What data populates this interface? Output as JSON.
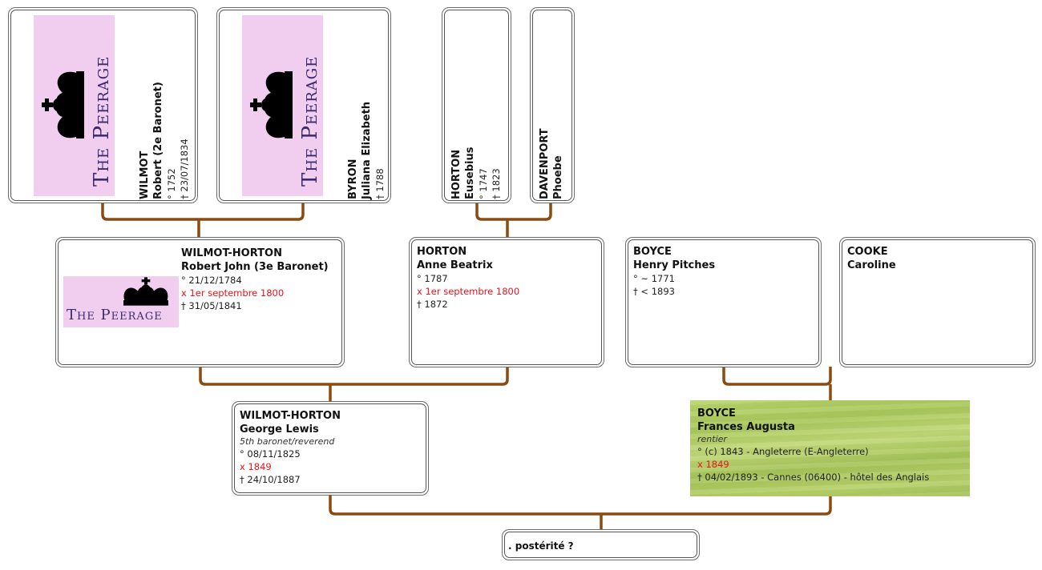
{
  "tree": {
    "connector_color": "#8a4a10",
    "peerage_logo": {
      "text": "The Peerage",
      "bg": "#f1cdf0",
      "text_color": "#3b2a6e"
    },
    "great_grandparents": [
      {
        "surname": "WILMOT",
        "given": "Robert (2e Baronet)",
        "birth": "° 1752",
        "death": "† 23/07/1834",
        "has_logo": true
      },
      {
        "surname": "BYRON",
        "given": "Juliana Elizabeth",
        "death": "† 1788",
        "has_logo": true
      },
      {
        "surname": "HORTON",
        "given": "Eusebius",
        "birth": "° 1747",
        "death": "† 1823",
        "has_logo": false
      },
      {
        "surname": "DAVENPORT",
        "given": "Phoebe",
        "has_logo": false
      }
    ],
    "grandparents": [
      {
        "surname": "WILMOT-HORTON",
        "given": "Robert John (3e Baronet)",
        "birth": "° 21/12/1784",
        "marriage": "x 1er septembre 1800",
        "death": "† 31/05/1841",
        "has_logo": true
      },
      {
        "surname": "HORTON",
        "given": "Anne Beatrix",
        "birth": "° 1787",
        "marriage": "x 1er septembre 1800",
        "death": "† 1872"
      },
      {
        "surname": "BOYCE",
        "given": "Henry Pitches",
        "birth": "° ~ 1771",
        "death": "† < 1893"
      },
      {
        "surname": "COOKE",
        "given": "Caroline"
      }
    ],
    "parents": [
      {
        "surname": "WILMOT-HORTON",
        "given": "George Lewis",
        "occupation": "5th baronet/reverend",
        "birth": "° 08/11/1825",
        "marriage": "x 1849",
        "death": "† 24/10/1887"
      },
      {
        "surname": "BOYCE",
        "given": "Frances Augusta",
        "occupation": "rentier",
        "birth": "° (c) 1843  - Angleterre (E-Angleterre)",
        "marriage": "x 1849",
        "death": "† 04/02/1893  - Cannes (06400) - hôtel des Anglais",
        "highlighted": true,
        "highlight_color": "#b3cf66"
      }
    ],
    "descendants": {
      "label": ". postérité ?"
    }
  }
}
